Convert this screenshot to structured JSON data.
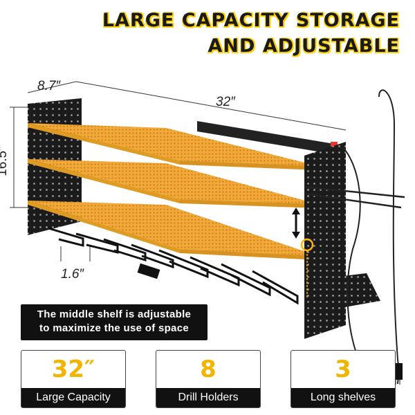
{
  "header": {
    "line1": "LARGE CAPACITY STORAGE",
    "line2": "AND ADJUSTABLE"
  },
  "dimensions": {
    "depth": "8.7″",
    "width": "32″",
    "height": "16.5″",
    "spacing": "1.6″"
  },
  "callout": {
    "line1": "The middle shelf is adjustable",
    "line2": "to maximize the use of space"
  },
  "features": [
    {
      "value": "32″",
      "label": "Large Capacity"
    },
    {
      "value": "8",
      "label": "Drill Holders"
    },
    {
      "value": "3",
      "label": "Long shelves"
    }
  ],
  "colors": {
    "accent": "#f3b400",
    "shelf": "#f0a52a",
    "frame": "#1a1a1a"
  }
}
